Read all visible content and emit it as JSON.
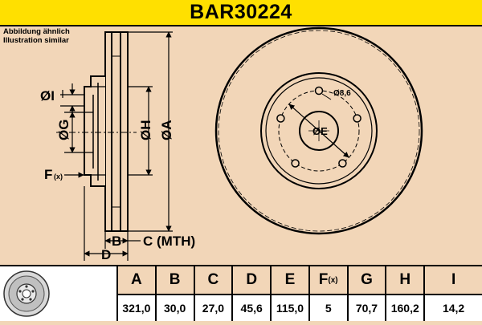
{
  "title": "BAR30224",
  "notes": [
    "Abbildung ähnlich",
    "Illustration similar"
  ],
  "drawing": {
    "labels": {
      "I": "ØI",
      "G": "ØG",
      "H": "ØH",
      "A": "ØA",
      "F": "F",
      "F_sub": "(x)",
      "B": "B",
      "C": "C (MTH)",
      "D": "D",
      "E": "ØE",
      "hole": "Ø8,6"
    }
  },
  "table": {
    "columns": [
      {
        "header": "A",
        "value": "321,0"
      },
      {
        "header": "B",
        "value": "30,0"
      },
      {
        "header": "C",
        "value": "27,0"
      },
      {
        "header": "D",
        "value": "45,6"
      },
      {
        "header": "E",
        "value": "115,0"
      },
      {
        "header": "F",
        "header_sub": "(x)",
        "value": "5"
      },
      {
        "header": "G",
        "value": "70,7"
      },
      {
        "header": "H",
        "value": "160,2"
      },
      {
        "header": "I",
        "value": "14,2"
      }
    ]
  },
  "colors": {
    "title_bg": "#ffe000",
    "page_bg": "#f2d6b8",
    "ink": "#000000"
  }
}
